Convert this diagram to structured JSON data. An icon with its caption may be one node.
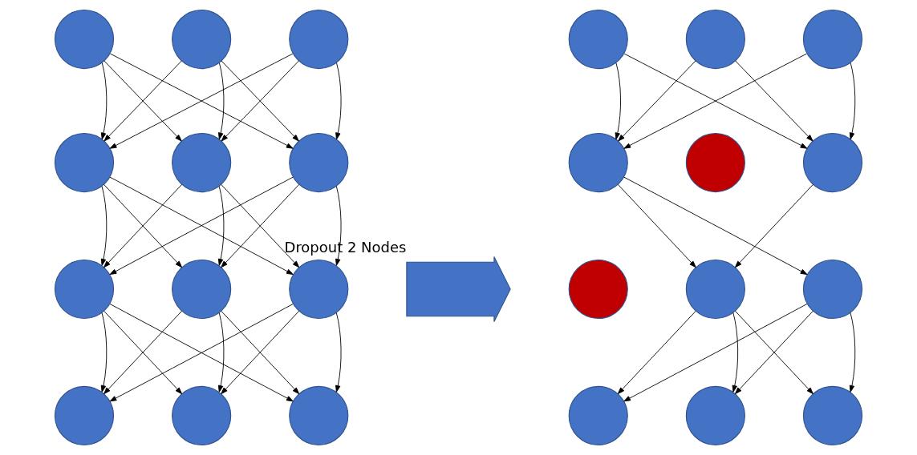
{
  "diagram": {
    "nodes": [
      {
        "text": [],
        "shape": "circle"
      },
      {
        "text": [],
        "shape": "circle"
      },
      {
        "text": [],
        "shape": "circle"
      },
      {
        "text": [],
        "shape": "circle"
      },
      {
        "text": [],
        "shape": "circle"
      },
      {
        "text": [],
        "shape": "circle"
      },
      {
        "text": [],
        "shape": "circle"
      },
      {
        "text": [],
        "shape": "circle"
      },
      {
        "text": [],
        "shape": "circle"
      },
      {
        "text": [],
        "shape": "circle"
      },
      {
        "text": [],
        "shape": "circle"
      },
      {
        "text": [],
        "shape": "circle"
      },
      {
        "text": [],
        "shape": "arrow",
        "beside": [
          "Dropout 2 Nodes"
        ]
      },
      {
        "text": [],
        "shape": "circle"
      },
      {
        "text": [],
        "shape": "circle"
      },
      {
        "text": [],
        "shape": "circle"
      },
      {
        "text": [],
        "shape": "circle"
      },
      {
        "text": [],
        "shape": "circle"
      },
      {
        "text": [],
        "shape": "circle"
      },
      {
        "text": [],
        "shape": "circle"
      },
      {
        "text": [],
        "shape": "circle"
      },
      {
        "text": [],
        "shape": "circle"
      },
      {
        "text": [],
        "shape": "circle"
      },
      {
        "text": [],
        "shape": "circle"
      },
      {
        "text": [],
        "shape": "circle"
      }
    ],
    "edges": [
      {
        "from": 0,
        "to": 3,
        "arrow": "to"
      },
      {
        "from": 0,
        "to": 4,
        "arrow": "to"
      },
      {
        "from": 0,
        "to": 5,
        "arrow": "to"
      },
      {
        "from": 1,
        "to": 3,
        "arrow": "to"
      },
      {
        "from": 1,
        "to": 4,
        "arrow": "to"
      },
      {
        "from": 1,
        "to": 5,
        "arrow": "to"
      },
      {
        "from": 2,
        "to": 3,
        "arrow": "to"
      },
      {
        "from": 2,
        "to": 4,
        "arrow": "to"
      },
      {
        "from": 2,
        "to": 5,
        "arrow": "to"
      },
      {
        "from": 3,
        "to": 6,
        "arrow": "to"
      },
      {
        "from": 3,
        "to": 7,
        "arrow": "to"
      },
      {
        "from": 3,
        "to": 8,
        "arrow": "to"
      },
      {
        "from": 4,
        "to": 6,
        "arrow": "to"
      },
      {
        "from": 4,
        "to": 7,
        "arrow": "to"
      },
      {
        "from": 4,
        "to": 8,
        "arrow": "to"
      },
      {
        "from": 5,
        "to": 6,
        "arrow": "to"
      },
      {
        "from": 5,
        "to": 7,
        "arrow": "to"
      },
      {
        "from": 5,
        "to": 8,
        "arrow": "to"
      },
      {
        "from": 6,
        "to": 9,
        "arrow": "to"
      },
      {
        "from": 6,
        "to": 10,
        "arrow": "to"
      },
      {
        "from": 6,
        "to": 11,
        "arrow": "to"
      },
      {
        "from": 7,
        "to": 9,
        "arrow": "to"
      },
      {
        "from": 7,
        "to": 10,
        "arrow": "to"
      },
      {
        "from": 7,
        "to": 11,
        "arrow": "to"
      },
      {
        "from": 8,
        "to": 9,
        "arrow": "to"
      },
      {
        "from": 8,
        "to": 10,
        "arrow": "to"
      },
      {
        "from": 8,
        "to": 11,
        "arrow": "to"
      },
      {
        "from": 13,
        "to": 16,
        "arrow": "to"
      },
      {
        "from": 13,
        "to": 18,
        "arrow": "to"
      },
      {
        "from": 14,
        "to": 16,
        "arrow": "to"
      },
      {
        "from": 14,
        "to": 18,
        "arrow": "to"
      },
      {
        "from": 15,
        "to": 16,
        "arrow": "to"
      },
      {
        "from": 15,
        "to": 18,
        "arrow": "to"
      },
      {
        "from": 16,
        "to": 20,
        "arrow": "to"
      },
      {
        "from": 16,
        "to": 21,
        "arrow": "to"
      },
      {
        "from": 18,
        "to": 20,
        "arrow": "to"
      },
      {
        "from": 20,
        "to": 22,
        "arrow": "to"
      },
      {
        "from": 20,
        "to": 23,
        "arrow": "to"
      },
      {
        "from": 20,
        "to": 24,
        "arrow": "to"
      },
      {
        "from": 21,
        "to": 22,
        "arrow": "to"
      },
      {
        "from": 21,
        "to": 23,
        "arrow": "to"
      },
      {
        "from": 21,
        "to": 24,
        "arrow": "to"
      }
    ]
  }
}
